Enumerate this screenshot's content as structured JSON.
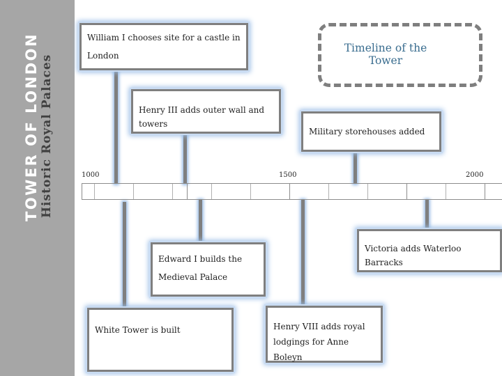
{
  "sidebar": {
    "title": "TOWER OF LONDON",
    "subtitle": "Historic Royal Palaces"
  },
  "heading": "Timeline of the Tower",
  "axis": {
    "labels": [
      "1000",
      "1500",
      "2000"
    ]
  },
  "events": [
    {
      "text": "William I chooses site for a castle in London"
    },
    {
      "text": "Henry III adds outer wall and towers"
    },
    {
      "text": "Military storehouses  added"
    },
    {
      "text": "Edward I builds the Medieval Palace"
    },
    {
      "text": "White Tower is built"
    },
    {
      "text": "Henry VIII adds royal lodgings for Anne Boleyn"
    },
    {
      "text": "Victoria adds Waterloo Barracks"
    }
  ],
  "colors": {
    "sidebar": "#a6a6a6",
    "box_border": "#7f7f7f",
    "glow": "#9bbde6",
    "heading": "#3a6d8f"
  }
}
